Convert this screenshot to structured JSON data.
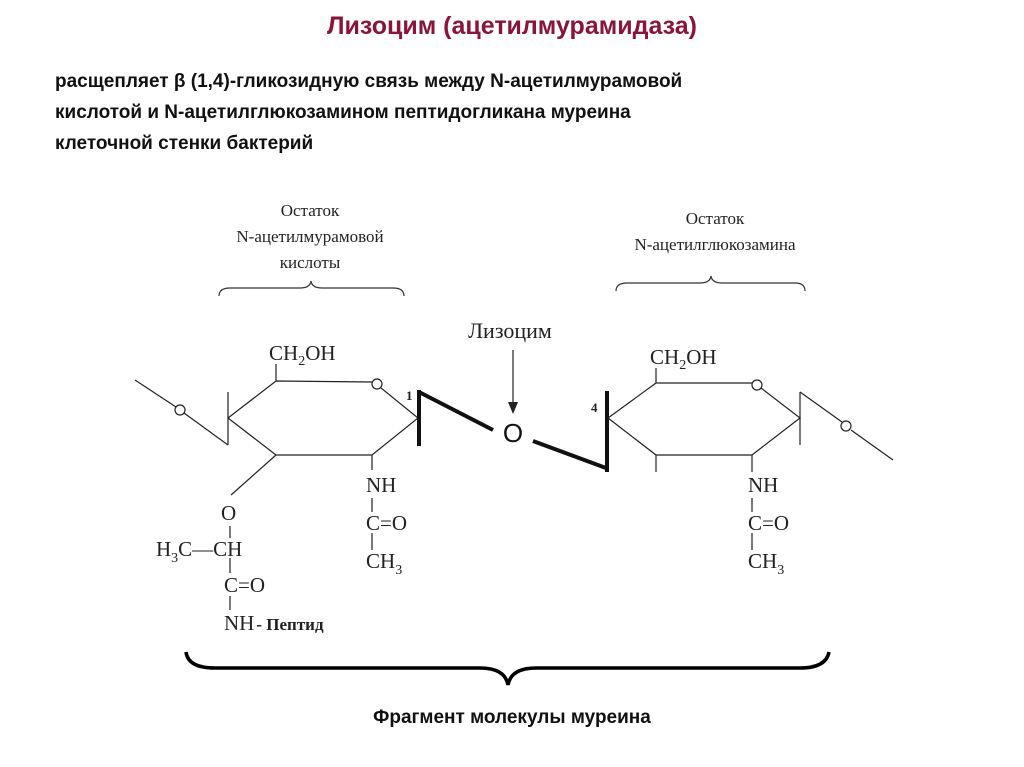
{
  "title": "Лизоцим (ацетилмурамидаза)",
  "description": [
    "расщепляет β (1,4)-гликозидную связь между N-ацетилмурамовой",
    "кислотой и N-ацетилглюкозамином пептидогликана муреина",
    "клеточной стенки бактерий"
  ],
  "diagram": {
    "left_residue_label": [
      "Остаток",
      "N-ацетилмурамовой",
      "кислоты"
    ],
    "right_residue_label": [
      "Остаток",
      "N-ацетилглюкозамина"
    ],
    "enzyme_label": "Лизоцим",
    "bond_position_1": "1",
    "bond_position_4": "4",
    "glycosidic_oxygen": "O",
    "left_ring": {
      "ch2oh": [
        "CH",
        "2",
        "OH"
      ],
      "nh": "NH",
      "co": "C=O",
      "ch3": [
        "CH",
        "3"
      ],
      "o": "O",
      "h3c": [
        "H",
        "3",
        "C—CH"
      ],
      "co2": "C=O",
      "nh_peptide": "NH",
      "peptide": "- Пептид"
    },
    "right_ring": {
      "ch2oh": [
        "CH",
        "2",
        "OH"
      ],
      "nh": "NH",
      "co": "C=O",
      "ch3": [
        "CH",
        "3"
      ]
    }
  },
  "caption": "Фрагмент молекулы муреина"
}
